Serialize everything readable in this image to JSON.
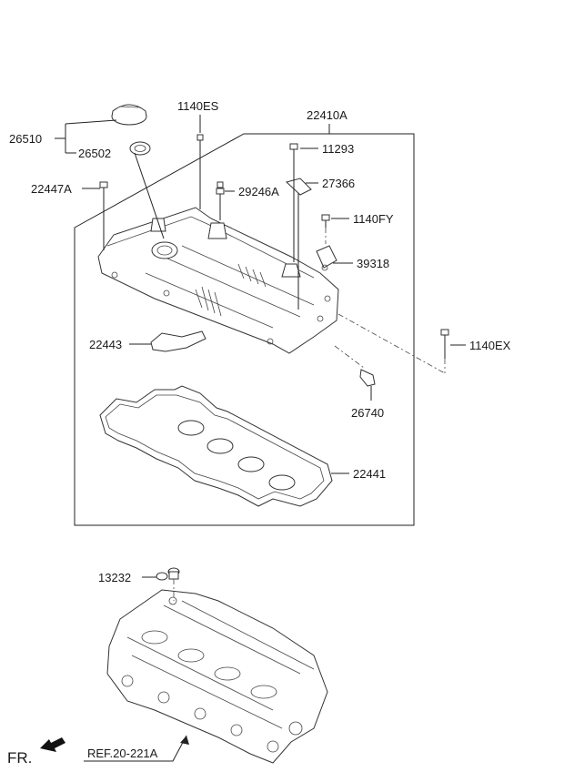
{
  "labels": {
    "p26510": "26510",
    "p26502": "26502",
    "p1140ES": "1140ES",
    "p22410A": "22410A",
    "p11293": "11293",
    "p22447A": "22447A",
    "p29246A": "29246A",
    "p27366": "27366",
    "p1140FY": "1140FY",
    "p39318": "39318",
    "p22443": "22443",
    "p1140EX": "1140EX",
    "p26740": "26740",
    "p22441": "22441",
    "p13232": "13232",
    "ref": "REF.20-221A",
    "fr": "FR."
  }
}
